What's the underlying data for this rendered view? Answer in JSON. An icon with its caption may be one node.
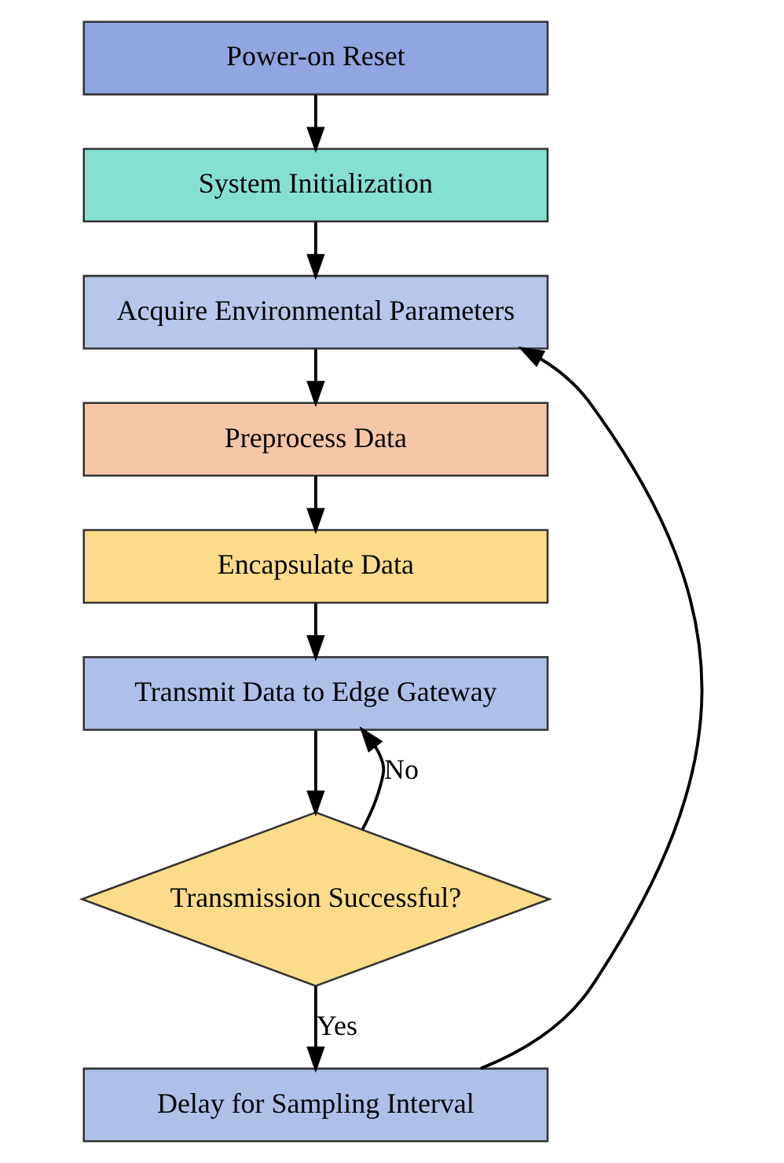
{
  "diagram": {
    "nodes": [
      {
        "text": [
          "Power-on Reset"
        ]
      },
      {
        "text": [
          "System Initialization"
        ]
      },
      {
        "text": [
          "Acquire Environmental Parameters"
        ]
      },
      {
        "text": [
          "Preprocess Data"
        ]
      },
      {
        "text": [
          "Encapsulate Data"
        ]
      },
      {
        "text": [
          "Transmit Data to Edge Gateway"
        ]
      },
      {
        "text": [
          "Transmission Successful?"
        ]
      },
      {
        "text": [
          "Delay for Sampling Interval"
        ]
      }
    ],
    "edges": [
      {
        "from": 0,
        "to": 1,
        "arrow": "to"
      },
      {
        "from": 1,
        "to": 2,
        "arrow": "to"
      },
      {
        "from": 2,
        "to": 3,
        "arrow": "to"
      },
      {
        "from": 3,
        "to": 4,
        "arrow": "to"
      },
      {
        "from": 4,
        "to": 5,
        "arrow": "to"
      },
      {
        "from": 5,
        "to": 6,
        "arrow": "to"
      },
      {
        "from": 6,
        "to": 7,
        "label": "Yes",
        "arrow": "to"
      },
      {
        "from": 6,
        "to": 5,
        "label": "No",
        "arrow": "to"
      },
      {
        "from": 7,
        "to": 2,
        "arrow": "to"
      }
    ]
  }
}
